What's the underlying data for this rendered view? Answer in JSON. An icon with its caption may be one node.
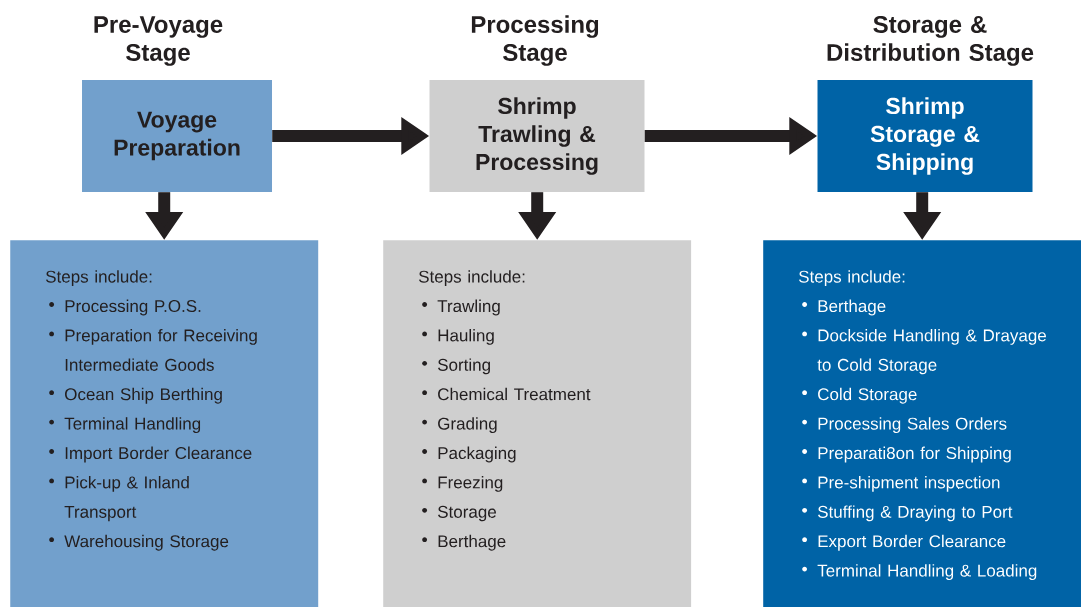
{
  "diagram": {
    "nodes": [
      {
        "text": [
          "Pre-Voyage Stage",
          "Voyage Preparation"
        ]
      },
      {
        "text": [
          "Processing Stage",
          "Shrimp Trawling & Processing"
        ]
      },
      {
        "text": [
          "Storage & Distribution Stage",
          "Shrimp Storage & Shipping"
        ]
      },
      {
        "text": [
          "Steps include:",
          "Processing P.O.S.",
          "Preparation for Receiving Intermediate Goods",
          "Ocean Ship Berthing",
          "Terminal Handling",
          "Import Border Clearance",
          "Pick-up & Inland Transport",
          "Warehousing Storage"
        ]
      },
      {
        "text": [
          "Steps include:",
          "Trawling",
          "Hauling",
          "Sorting",
          "Chemical Treatment",
          "Grading",
          "Packaging",
          "Freezing",
          "Storage",
          "Berthage"
        ]
      },
      {
        "text": [
          "Steps include:",
          "Berthage",
          "Dockside Handling & Drayage to Cold Storage",
          "Cold Storage",
          "Processing Sales Orders",
          "Preparati8on for Shipping",
          "Pre-shipment inspection",
          "Stuffing & Draying to Port",
          "Export Border Clearance",
          "Terminal Handling & Loading"
        ]
      }
    ],
    "edges": [
      {
        "from": 0,
        "to": 1,
        "arrow": "to"
      },
      {
        "from": 1,
        "to": 2,
        "arrow": "to"
      },
      {
        "from": 0,
        "to": 3,
        "arrow": "to"
      },
      {
        "from": 1,
        "to": 4,
        "arrow": "to"
      },
      {
        "from": 2,
        "to": 5,
        "arrow": "to"
      }
    ]
  }
}
